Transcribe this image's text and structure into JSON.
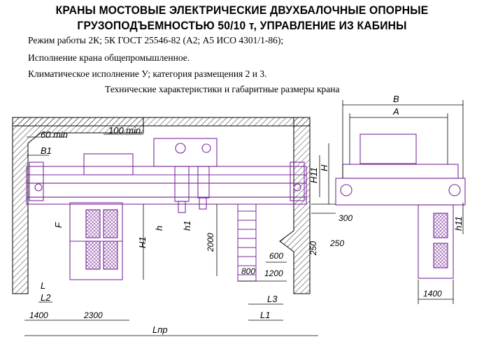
{
  "header": {
    "title_line1": "КРАНЫ МОСТОВЫЕ ЭЛЕКТРИЧЕСКИЕ ДВУХБАЛОЧНЫЕ ОПОРНЫЕ",
    "title_line2": "ГРУЗОПОДЪЕМНОСТЬЮ  50/10 т,  УПРАВЛЕНИЕ ИЗ КАБИНЫ"
  },
  "specs": {
    "line1": "Режим работы 2К; 5К ГОСТ 25546-82 (А2; А5 ИСО 4301/1-86);",
    "line2": "Исполнение крана общепромышленное.",
    "line3": "Климатическое исполнение У; категория размещения 2 и 3.",
    "caption": "Технические характеристики и габаритные размеры крана"
  },
  "dimensions": {
    "min60": "60 min",
    "min100": "100 min",
    "B1": "B1",
    "F": "F",
    "h": "h",
    "h1": "h1",
    "H1": "H1",
    "H11": "H11",
    "H": "H",
    "d2000": "2000",
    "d300": "300",
    "d250a": "250",
    "d250b": "250",
    "d600": "600",
    "d800": "800",
    "d1200": "1200",
    "L": "L",
    "L2": "L2",
    "L3": "L3",
    "L1": "L1",
    "d1400a": "1400",
    "d2300": "2300",
    "Lpr": "Lпр",
    "B": "B",
    "A": "A",
    "h11": "h11",
    "d1400b": "1400"
  },
  "colors": {
    "crane": "#7a2a9a",
    "dimension": "#000000",
    "hatch": "#000000"
  }
}
